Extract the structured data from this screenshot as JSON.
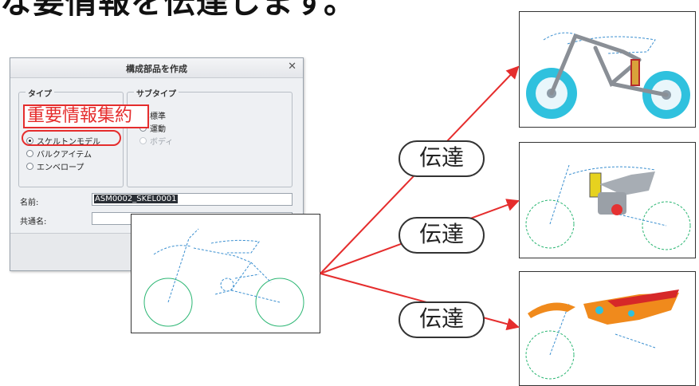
{
  "headline": "な要情報を伝達します。",
  "dialog": {
    "title": "構成部品を作成",
    "close_icon": "✕",
    "type_group": {
      "label": "タイプ",
      "options": [
        {
          "label": "スケルトンモデル",
          "selected": true
        },
        {
          "label": "バルクアイテム",
          "selected": false
        },
        {
          "label": "エンベロープ",
          "selected": false
        }
      ]
    },
    "subtype_group": {
      "label": "サブタイプ",
      "options": [
        {
          "label": "標準",
          "selected": true,
          "disabled": false
        },
        {
          "label": "運動",
          "selected": false,
          "disabled": false
        },
        {
          "label": "ボディ",
          "selected": false,
          "disabled": true
        }
      ]
    },
    "name_label": "名前:",
    "name_value": "ASM0002_SKEL0001",
    "common_name_label": "共通名:",
    "common_name_value": ""
  },
  "callout": "重要情報集約",
  "transfers": [
    {
      "label": "伝達"
    },
    {
      "label": "伝達"
    },
    {
      "label": "伝達"
    }
  ],
  "colors": {
    "accent_red": "#e52d2d",
    "sketch_blue": "#3a8fd0",
    "wheel_green": "#2bb673",
    "tire_cyan": "#2fc1de",
    "body_orange": "#f08a1c",
    "seat_red": "#d62828"
  }
}
